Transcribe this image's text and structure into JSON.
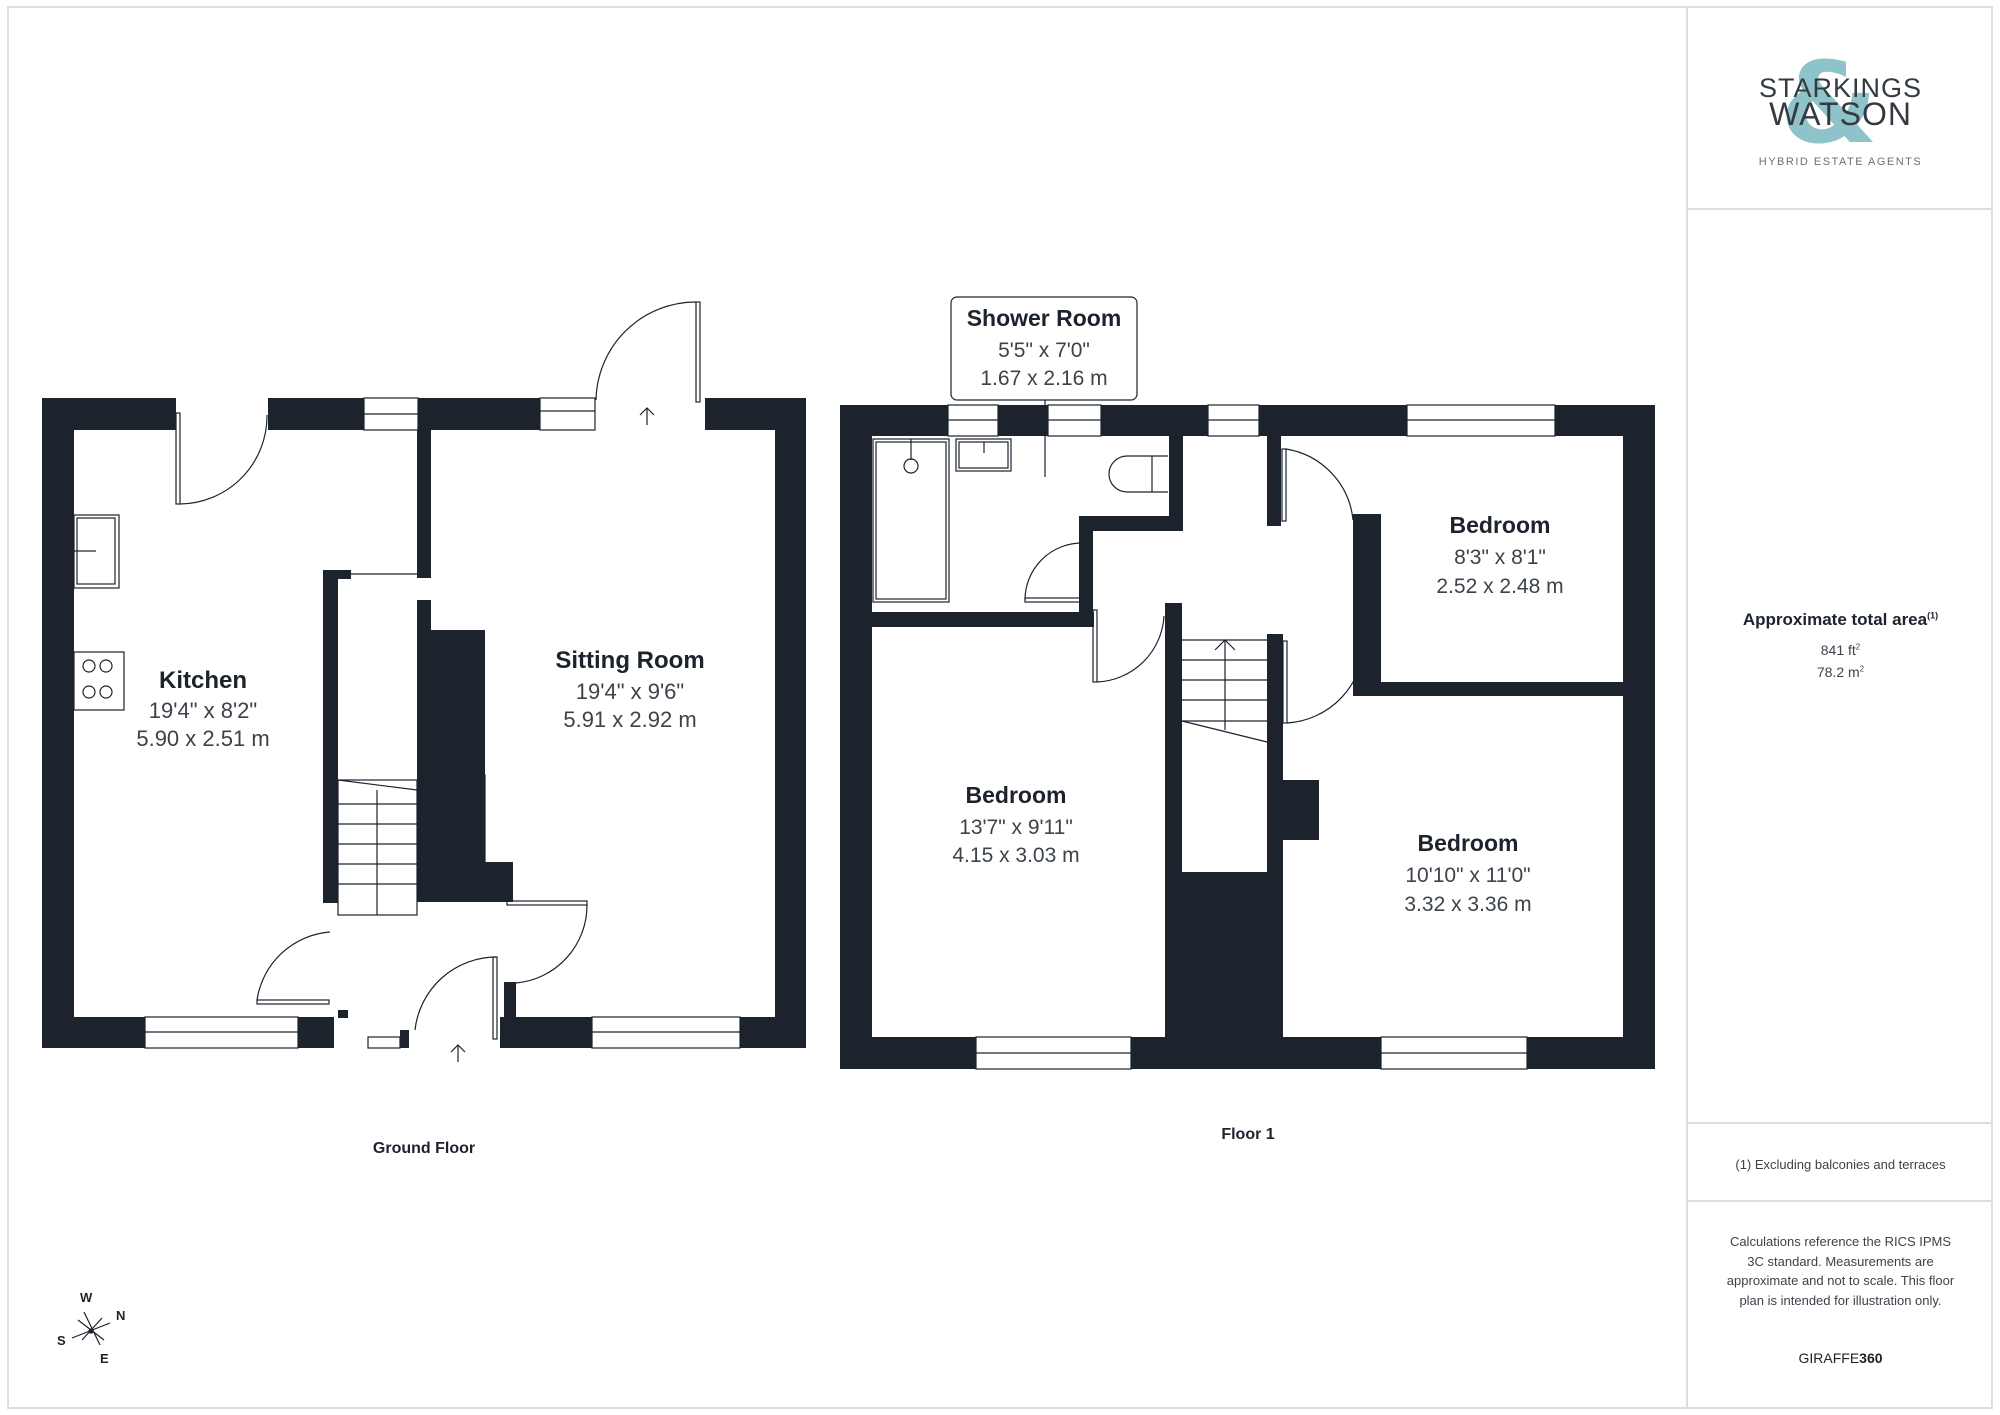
{
  "brand": {
    "logo_line1": "STARKINGS",
    "logo_line2": "WATSON",
    "logo_ampersand": "&",
    "tagline": "HYBRID ESTATE AGENTS",
    "accent_color": "#8ec3c9"
  },
  "summary": {
    "area_title": "Approximate total area",
    "area_footnote_marker": "(1)",
    "area_sqft_value": "841 ft",
    "area_sqft_sup": "2",
    "area_sqm_value": "78.2 m",
    "area_sqm_sup": "2",
    "footnote": "(1) Excluding balconies and terraces",
    "disclaimer": "Calculations reference the RICS IPMS 3C standard. Measurements are approximate and not to scale. This floor plan is intended for illustration only.",
    "credit_light": "GIRAFFE",
    "credit_bold": "360"
  },
  "floors": [
    {
      "label": "Ground Floor",
      "rooms": [
        {
          "name": "Kitchen",
          "imperial": "19'4\" x 8'2\"",
          "metric": "5.90 x 2.51 m"
        },
        {
          "name": "Sitting Room",
          "imperial": "19'4\" x 9'6\"",
          "metric": "5.91 x 2.92 m"
        }
      ]
    },
    {
      "label": "Floor 1",
      "rooms": [
        {
          "name": "Shower Room",
          "imperial": "5'5\" x 7'0\"",
          "metric": "1.67 x 2.16 m"
        },
        {
          "name": "Bedroom",
          "imperial": "8'3\" x 8'1\"",
          "metric": "2.52 x 2.48 m"
        },
        {
          "name": "Bedroom",
          "imperial": "13'7\" x 9'11\"",
          "metric": "4.15 x 3.03 m"
        },
        {
          "name": "Bedroom",
          "imperial": "10'10\" x 11'0\"",
          "metric": "3.32 x 3.36 m"
        }
      ]
    }
  ],
  "compass": {
    "w": "W",
    "n": "N",
    "s": "S",
    "e": "E"
  },
  "colors": {
    "wall": "#1c232d",
    "border": "#dedede",
    "text_dim": "#3c434b"
  }
}
